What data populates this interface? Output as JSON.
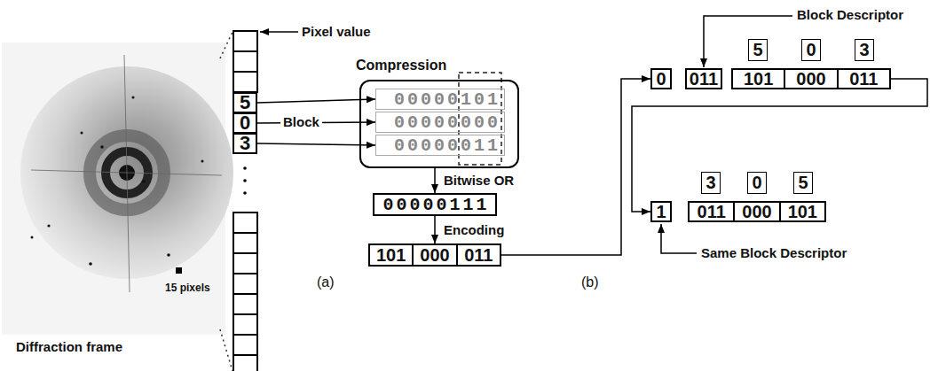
{
  "diagram": {
    "nodes": [
      {
        "text": [
          "5"
        ]
      },
      {
        "text": [
          "0"
        ]
      },
      {
        "text": [
          "3"
        ]
      },
      {
        "text": [
          "Compression"
        ]
      },
      {
        "text": [
          "00000101"
        ],
        "in": 3
      },
      {
        "text": [
          "00000000"
        ],
        "in": 3
      },
      {
        "text": [
          "00000011"
        ],
        "in": 3
      },
      {
        "text": [
          "00000111"
        ]
      },
      {
        "text": [
          "101",
          "000",
          "011"
        ]
      },
      {
        "text": [
          "0"
        ]
      },
      {
        "text": [
          "011"
        ]
      },
      {
        "text": [
          "5"
        ]
      },
      {
        "text": [
          "0"
        ]
      },
      {
        "text": [
          "3"
        ]
      },
      {
        "text": [
          "101",
          "000",
          "011"
        ]
      },
      {
        "text": [
          "1"
        ]
      },
      {
        "text": [
          "3"
        ]
      },
      {
        "text": [
          "0"
        ]
      },
      {
        "text": [
          "5"
        ]
      },
      {
        "text": [
          "011",
          "000",
          "101"
        ]
      }
    ],
    "edges": [
      {
        "from": 0,
        "to": 4,
        "arrow": "to"
      },
      {
        "from": 1,
        "to": 5,
        "arrow": "to"
      },
      {
        "from": 2,
        "to": 6,
        "arrow": "to"
      },
      {
        "from": 3,
        "to": 7,
        "arrow": "to",
        "label": "Bitwise OR"
      },
      {
        "from": 7,
        "to": 8,
        "arrow": "to",
        "label": "Encoding"
      },
      {
        "from": 8,
        "to": 9,
        "arrow": "to"
      },
      {
        "from": 14,
        "to": 15,
        "arrow": "to"
      }
    ],
    "labels": [
      "Pixel value",
      "Block",
      "15 pixels",
      "Diffraction frame",
      "(a)",
      "(b)",
      "Block Descriptor",
      "Same Block Descriptor"
    ]
  }
}
